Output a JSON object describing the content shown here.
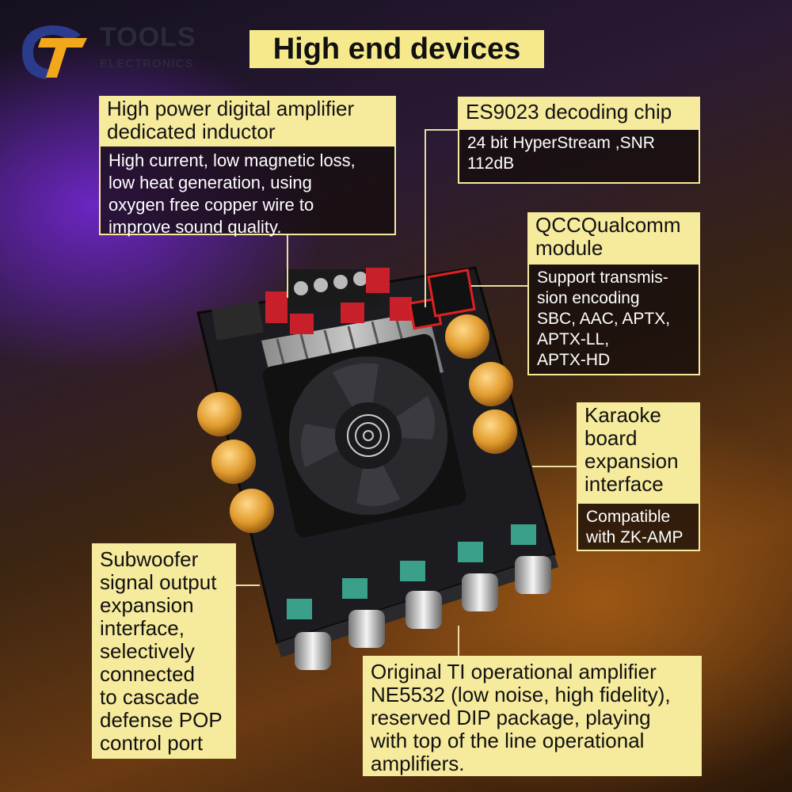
{
  "brand": {
    "line1": "TOOLS",
    "line2": "ELECTRONICS"
  },
  "title": "High end devices",
  "callouts": {
    "inductor": {
      "heading": [
        "High power digital amplifier",
        "dedicated inductor"
      ],
      "body": [
        "High current, low magnetic loss,",
        "low heat generation, using",
        "oxygen free copper wire to",
        "improve sound quality."
      ]
    },
    "chip": {
      "heading": "ES9023 decoding chip",
      "body": [
        "24 bit HyperStream ,SNR",
        "112dB"
      ]
    },
    "qcc": {
      "heading": [
        "QCCQualcomm",
        "module"
      ],
      "body": [
        "Support transmis-",
        "sion encoding",
        "SBC, AAC, APTX,",
        "APTX-LL,",
        "APTX-HD"
      ]
    },
    "karaoke": {
      "heading": [
        "Karaoke",
        "board",
        "expansion",
        "interface"
      ],
      "body": [
        "Compatible",
        "with ZK-AMP"
      ]
    },
    "subwoofer": {
      "text": [
        "Subwoofer",
        "signal output",
        "expansion",
        "interface,",
        "selectively",
        "connected",
        "to cascade",
        "defense POP",
        "control port"
      ]
    },
    "opamp": {
      "text": [
        "Original TI operational amplifier",
        "NE5532 (low noise, high fidelity),",
        "reserved DIP package, playing",
        "with top of the line operational",
        "amplifiers."
      ]
    }
  },
  "colors": {
    "label_bg": "#f6ea9c",
    "title_bg": "#f6e98c"
  }
}
